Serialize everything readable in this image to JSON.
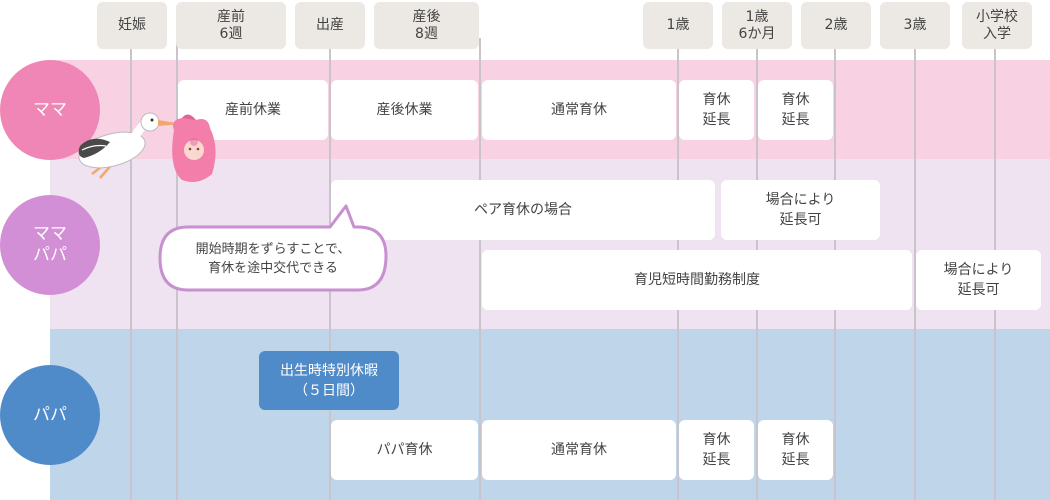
{
  "colors": {
    "mama": "#ef86b5",
    "mama_band": "#f8d1e3",
    "both": "#d38fd5",
    "both_band": "#f0e3f1",
    "papa": "#4f8bc9",
    "papa_band": "#bed5ea",
    "header_bg": "#ece8e3",
    "bubble_border": "#c890d0"
  },
  "timeline": [
    "妊娠",
    "産前\n6週",
    "出産",
    "産後\n8週",
    "1歳",
    "1歳\n6か月",
    "2歳",
    "3歳",
    "小学校\n入学"
  ],
  "rows": {
    "mama": "ママ",
    "both": "ママ\nパパ",
    "papa": "パパ"
  },
  "mama_leaves": [
    "産前休業",
    "産後休業",
    "通常育休",
    "育休\n延長",
    "育休\n延長"
  ],
  "both_leaves": {
    "pair": "ペア育休の場合",
    "extend1": "場合により\n延長可",
    "short_time": "育児短時間勤務制度",
    "extend2": "場合により\n延長可"
  },
  "papa_leaves": {
    "birth_special": "出生時特別休暇\n（５日間）",
    "papa_leave": "パパ育休",
    "normal": "通常育休",
    "ext1": "育休\n延長",
    "ext2": "育休\n延長"
  },
  "bubble": "開始時期をずらすことで、\n育休を途中交代できる",
  "illustration_icon": "stork-with-baby-icon"
}
